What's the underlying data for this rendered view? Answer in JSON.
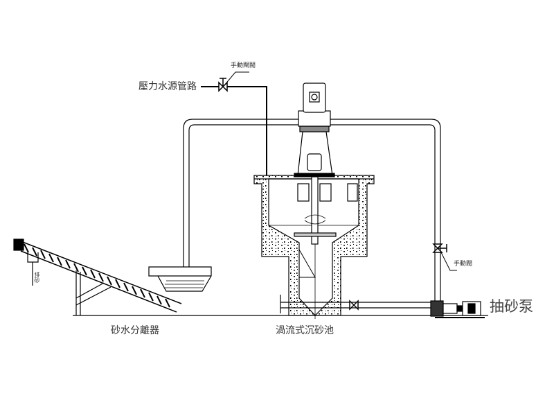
{
  "diagram": {
    "labels": {
      "pressure_water_line": "壓力水源管路",
      "manual_gate_valve": "手動閘閥",
      "manual_valve": "手動閥",
      "sand_pump": "抽砂泵",
      "sand_water_separator": "砂水分離器",
      "vortex_grit_chamber": "渦流式沉砂池",
      "sand_discharge": "排砂"
    },
    "colors": {
      "line": "#000000",
      "text": "#333333",
      "concrete": "#ffffff"
    }
  }
}
